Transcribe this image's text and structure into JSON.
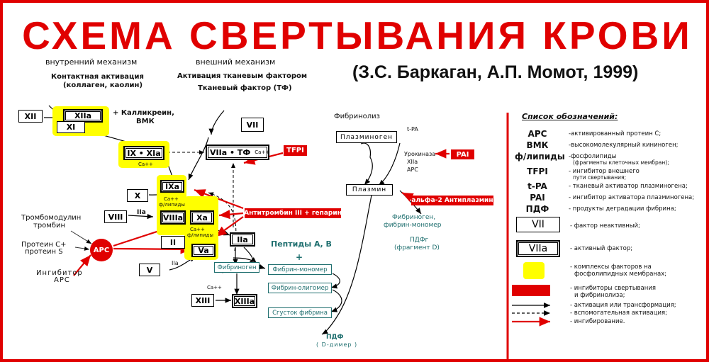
{
  "title": "СХЕМА СВЕРТЫВАНИЯ КРОВИ",
  "author": "(З.С. Баркаган, А.П. Момот, 1999)",
  "headers": {
    "intrinsic": "внутренний механизм",
    "contact_1": "Контактная активация",
    "contact_2": "(коллаген, каолин)",
    "extrinsic": "внешний механизм",
    "tf_activation": "Активация тканевым фактором",
    "tissue_factor": "Тканевый фактор (ТФ)",
    "fibrinolysis": "Фибринолиз"
  },
  "factors": {
    "xii": "XII",
    "xiia": "XIIa",
    "xi": "XI",
    "ix_xia": "IX • XIa",
    "ixa": "IXa",
    "x": "X",
    "viii": "VIII",
    "iia_small": "IIa",
    "viiia": "VIIIa",
    "xa": "Xa",
    "ii": "II",
    "iia": "IIa",
    "va": "Va",
    "v": "V",
    "iia_v": "IIa",
    "vii": "VII",
    "viia_tf": "VIIa • ТФ",
    "xiii": "XIII",
    "xiiia": "XIIIa",
    "plasminogen": "Плазминоген",
    "plasmin": "Плазмин"
  },
  "labels": {
    "kallikrein_1": "+ Калликреин,",
    "kallikrein_2": "ВМК",
    "ca1": "Ca++",
    "ca2": "Ca++",
    "ca3_1": "Ca++",
    "ca3_2": "ф/липиды",
    "ca4": "ф/липиды",
    "ca5": "Ca++",
    "ca_xiii": "Ca++",
    "thrombomodulin_1": "Тромбомодулин",
    "thrombomodulin_2": "тромбин",
    "protein_c_1": "Протеин С+",
    "protein_c_2": "протеин S",
    "inhibitor_apc_1": "Ингибитор",
    "inhibitor_apc_2": "АРС",
    "apc": "APC",
    "peptides": "Пептиды А, В",
    "plus": "+",
    "tpa_1": "t-PA",
    "tpa_2": "Урокиназа",
    "tpa_3": "XIIa",
    "tpa_4": "APC",
    "fibrinogen_degr_1": "Фибриноген,",
    "fibrinogen_degr_2": "фибрин-мономер",
    "pdf_fg_1": "ПДФг",
    "pdf_fg_2": "(фрагмент D)",
    "pdf": "ПДФ",
    "pdf_dimer": "( D-димер )"
  },
  "teal_boxes": {
    "fibrinogen": "Фибриноген",
    "fibrin_monomer": "Фибрин-мономер",
    "fibrin_oligomer": "Фибрин-олигомер",
    "clot": "Сгусток фибрина"
  },
  "inhibitors": {
    "tfpi": "TFPI",
    "pai": "PAI",
    "antithrombin": "Антитромбин III + гепарин",
    "antiplasmin": "альфа-2 Антиплазмин"
  },
  "legend": {
    "title": "Список обозначений:",
    "items": [
      {
        "abbr": "APC",
        "desc": "-активированный протеин С;"
      },
      {
        "abbr": "ВМК",
        "desc": "-высокомолекулярный кининоген;"
      },
      {
        "abbr": "ф/липиды",
        "desc": "-фосфолипиды",
        "desc2": "(фрагменты клеточных мембран);"
      },
      {
        "abbr": "TFPI",
        "desc": "- ингибитор внешнего",
        "desc2": "пути свертывания;"
      },
      {
        "abbr": "t-PA",
        "desc": "- тканевый активатор плазминогена;"
      },
      {
        "abbr": "PAI",
        "desc": "- ингибитор активатора плазминогена;"
      },
      {
        "abbr": "ПДФ",
        "desc": "- продукты деградации фибрина;"
      }
    ],
    "box_inactive": "VII",
    "box_inactive_desc": "- фактор неактивный;",
    "box_active": "VIIa",
    "box_active_desc": "- активный фактор;",
    "yellow_desc_1": "- комплексы факторов на",
    "yellow_desc_2": "фосфолипидных мембранах;",
    "red_desc_1": "- ингибиторы свертывания",
    "red_desc_2": "и фибринолиза;",
    "arrow_activation": "- активация или трансформация;",
    "arrow_auxiliary": "- вспомогательная активация;",
    "arrow_inhibition": "- ингибирование."
  },
  "colors": {
    "red": "#e00000",
    "yellow": "#ffff00",
    "teal": "#1f6f6f"
  }
}
